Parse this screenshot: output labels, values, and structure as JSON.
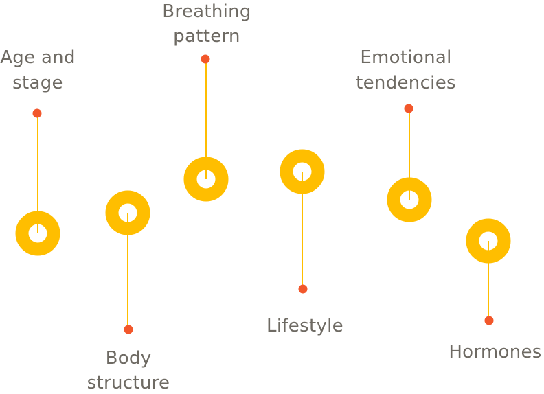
{
  "colors": {
    "ring": "#ffbe00",
    "stem": "#ffbe00",
    "dot": "#f2572b",
    "label": "#6e6a63"
  },
  "factors": [
    {
      "id": "age",
      "label_lines": [
        "Age and",
        "stage"
      ],
      "direction": "up"
    },
    {
      "id": "body",
      "label_lines": [
        "Body",
        "structure"
      ],
      "direction": "down"
    },
    {
      "id": "breathing",
      "label_lines": [
        "Breathing",
        "pattern"
      ],
      "direction": "up"
    },
    {
      "id": "lifestyle",
      "label_lines": [
        "Lifestyle"
      ],
      "direction": "down"
    },
    {
      "id": "emotional",
      "label_lines": [
        "Emotional",
        "tendencies"
      ],
      "direction": "up"
    },
    {
      "id": "hormones",
      "label_lines": [
        "Hormones"
      ],
      "direction": "down"
    }
  ]
}
